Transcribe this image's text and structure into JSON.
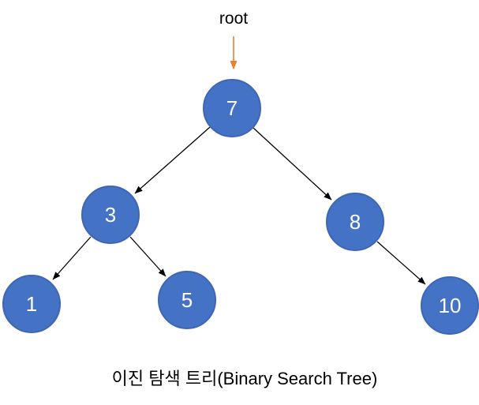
{
  "diagram": {
    "caption": "이진 탐색 트리(Binary Search Tree)",
    "root_label": "root",
    "nodes": [
      {
        "value": "7",
        "role": "root"
      },
      {
        "value": "3",
        "role": "left-child-of-7"
      },
      {
        "value": "8",
        "role": "right-child-of-7"
      },
      {
        "value": "1",
        "role": "left-child-of-3"
      },
      {
        "value": "5",
        "role": "right-child-of-3"
      },
      {
        "value": "10",
        "role": "right-child-of-8"
      }
    ],
    "edges": [
      {
        "from": "root-pointer",
        "to": "7"
      },
      {
        "from": "7",
        "to": "3"
      },
      {
        "from": "7",
        "to": "8"
      },
      {
        "from": "3",
        "to": "1"
      },
      {
        "from": "3",
        "to": "5"
      },
      {
        "from": "8",
        "to": "10"
      }
    ],
    "colors": {
      "node_fill": "#4472C4",
      "node_border": "#3E66B5",
      "node_text": "#FFFFFF",
      "edge": "#000000",
      "root_arrow": "#ED7D31",
      "caption_text": "#000000"
    }
  }
}
